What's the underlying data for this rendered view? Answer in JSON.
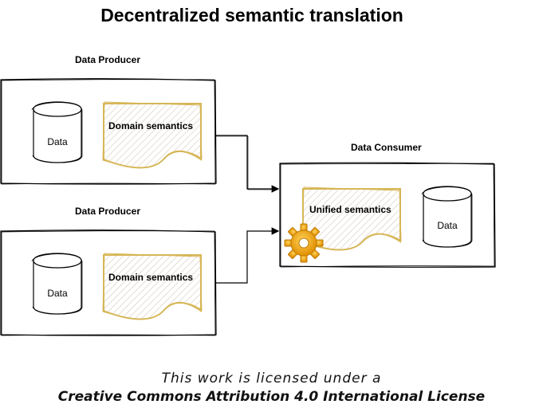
{
  "title": "Decentralized semantic translation",
  "producer_top": {
    "label": "Data Producer",
    "db_label": "Data",
    "doc_label": "Domain semantics"
  },
  "producer_bottom": {
    "label": "Data Producer",
    "db_label": "Data",
    "doc_label": "Domain semantics"
  },
  "consumer": {
    "label": "Data Consumer",
    "doc_label": "Unified semantics",
    "db_label": "Data"
  },
  "license": {
    "line1": "This work is licensed under a",
    "line2": "Creative Commons Attribution 4.0 International License"
  },
  "colors": {
    "doc_stroke": "#d6b656",
    "doc_fill": "#f0e7d8",
    "gear": "#f2a600",
    "stroke": "#000000"
  },
  "icons": {
    "gear": "gear-icon"
  }
}
